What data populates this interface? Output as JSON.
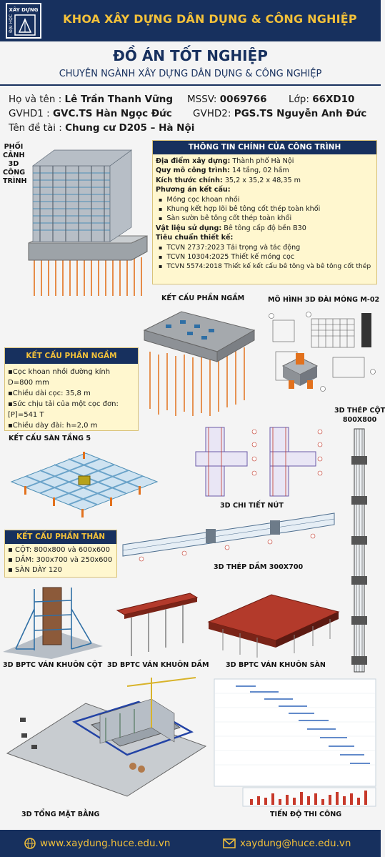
{
  "header": {
    "logo_text_top": "XÂY DỰNG",
    "logo_text_side": "ĐẠI HỌC",
    "title": "KHOA XÂY DỰNG DÂN DỤNG & CÔNG NGHIỆP"
  },
  "title": {
    "main": "ĐỒ ÁN TỐT NGHIỆP",
    "sub": "CHUYÊN NGÀNH XÂY DỰNG DÂN DỤNG & CÔNG NGHIỆP"
  },
  "student": {
    "name_label": "Họ và tên :",
    "name": "Lê Trần Thanh Vững",
    "id_label": "MSSV:",
    "id": "0069766",
    "class_label": "Lớp:",
    "class": "66XD10",
    "gvhd1_label": "GVHD1 :",
    "gvhd1": "GVC.TS Hàn Ngọc Đức",
    "gvhd2_label": "GVHD2:",
    "gvhd2": "PGS.TS Nguyễn Anh Đức",
    "topic_label": "Tên đề tài :",
    "topic": "Chung cư D205 – Hà Nội"
  },
  "project": {
    "heading": "THÔNG TIN CHÍNH CỦA CÔNG TRÌNH",
    "location_label": "Địa điểm xây dựng:",
    "location": "Thành phố Hà Nội",
    "scale_label": "Quy mô công trình:",
    "scale": "14 tầng, 02 hầm",
    "size_label": "Kích thước chính:",
    "size": "35,2 x 35,2 x 48,35 m",
    "structure_label": "Phương án kết cấu:",
    "structure_items": [
      "Móng cọc khoan nhồi",
      "Khung kết hợp lõi bê tông cốt thép toàn khối",
      "Sàn sườn bê tông cốt thép toàn khối"
    ],
    "material_label": "Vật liệu sử dụng:",
    "material": "Bê tông cấp độ bền B30",
    "standards_label": "Tiêu chuẩn thiết kế:",
    "standards": [
      "TCVN 2737:2023 Tải trọng và tác động",
      "TCVN 10304:2025 Thiết kế móng cọc",
      "TCVN 5574:2018 Thiết kế kết cấu bê tông và bê tông cốt thép"
    ]
  },
  "captions": {
    "perspective": [
      "PHỐI",
      "CẢNH",
      "3D",
      "CÔNG",
      "TRÌNH"
    ],
    "basement": "KẾT CẤU PHẦN NGẦM",
    "pilecap_model": "MÔ HÌNH 3D ĐÀI MÓNG M-02",
    "steel_column": [
      "3D THÉP CỘT",
      "800X800"
    ],
    "floor5": "KẾT CẤU SÀN TẦNG 5",
    "joint": "3D CHI TIẾT NÚT",
    "beam_steel": "3D THÉP DẦM 300X700",
    "formwork_column": "3D BPTC VÁN KHUÔN CỘT",
    "formwork_beam": "3D BPTC VÁN KHUÔN DẦM",
    "formwork_slab": "3D BPTC VÁN KHUÔN SÀN",
    "site_plan": "3D TỔNG MẶT BẰNG",
    "schedule": "TIẾN ĐỘ THI CÔNG"
  },
  "substructure": {
    "heading": "KẾT CẤU PHẦN NGẦM",
    "items": [
      "▪Cọc khoan nhồi đường kính",
      "D=800 mm",
      "▪Chiều dài cọc: 35,8 m",
      "▪Sức chịu tải của một cọc đơn:",
      "[P]=541 T",
      "▪Chiều dày đài: h=2,0 m"
    ]
  },
  "superstructure": {
    "heading": "KẾT CẤU PHẦN THÂN",
    "items": [
      "▪ CỘT: 800x800 và 600x600",
      "▪ DẦM: 300x700 và 250x600",
      "▪ SÀN DÀY 120"
    ]
  },
  "footer": {
    "website": "www.xaydung.huce.edu.vn",
    "email": "xaydung@huce.edu.vn"
  },
  "colors": {
    "navy": "#17305e",
    "gold": "#f3c13a",
    "cream": "#fff7cf"
  }
}
